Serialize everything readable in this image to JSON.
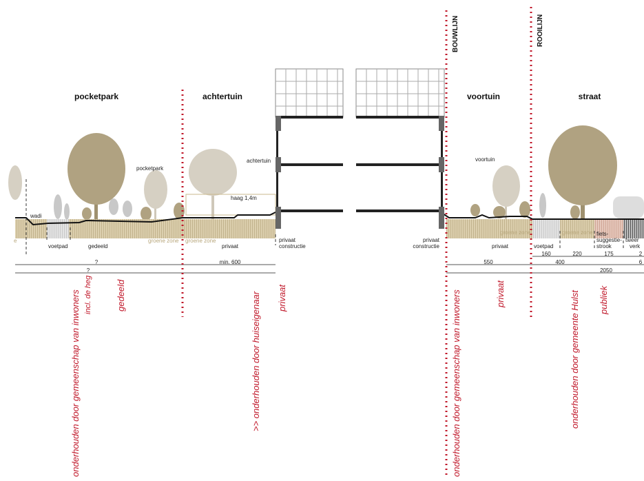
{
  "zones": {
    "pocketpark": "pocketpark",
    "achtertuin": "achtertuin",
    "voortuin": "voortuin",
    "straat": "straat"
  },
  "lines": {
    "bouwlijn": "BOUWLIJN",
    "rooilijn": "ROOILIJN"
  },
  "labels": {
    "pocketpark_small": "pocketpark",
    "achtertuin_small": "achtertuin",
    "voortuin_small": "voortuin",
    "wadi": "wadi",
    "haag": "haag 1,4m"
  },
  "section_left": {
    "voetpad": "voetpad",
    "gedeeld": "gedeeld",
    "groene_zone_1": "groene zone",
    "groene_zone_2": "groene zone",
    "privaat": "privaat",
    "privaat_constructie_1": "privaat",
    "privaat_constructie_2": "constructie",
    "edge": "e"
  },
  "section_right": {
    "privaat_constructie_1": "privaat",
    "privaat_constructie_2": "constructie",
    "privaat": "privaat",
    "groene_zone_1": "groene zone",
    "groene_zone_2": "groene zone",
    "voetpad": "voetpad",
    "fiets_1": "fiets-",
    "fiets_2": "suggestie-",
    "fiets_3": "strook",
    "tweer_1": "tweer",
    "tweer_2": "verk"
  },
  "dimensions": {
    "left_q1": "?",
    "left_min600": "min. 600",
    "left_q2": "?",
    "d550": "550",
    "d160": "160",
    "d220": "220",
    "d175": "175",
    "d2a": "2",
    "d400": "400",
    "d6": "6",
    "d2050": "2050"
  },
  "maintenance": {
    "m1": "onderhouden door gemeenschap van inwoners",
    "m1b": "incl. de heg",
    "m2": "gedeeld",
    "m3": ">> onderhouden door huiseigenaar",
    "m4": "privaat",
    "m5": "onderhouden door gemeenschap van inwoners",
    "m6": "privaat",
    "m7": "onderhouden door gemeente Hulst",
    "m8": "publiek"
  },
  "colors": {
    "red": "#c0182a",
    "soil": "#d6c9a6",
    "tree_dark": "#b0a281",
    "tree_light": "#d6d0c3"
  }
}
